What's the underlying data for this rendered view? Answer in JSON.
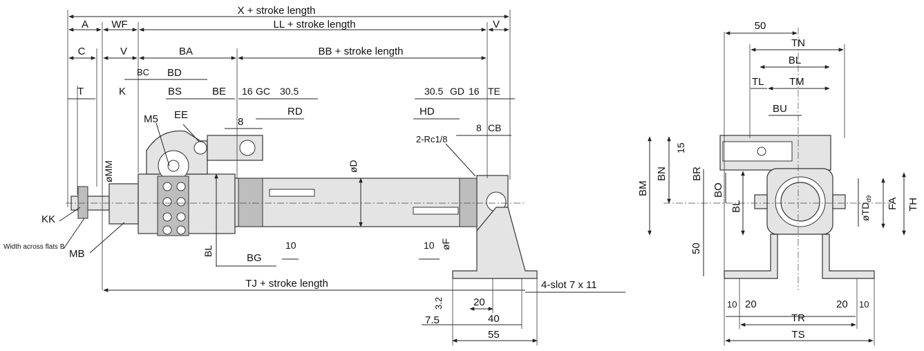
{
  "left_view": {
    "top_dims": {
      "x_stroke": "X + stroke length",
      "a": "A",
      "wf": "WF",
      "ll_stroke": "LL + stroke length",
      "v_right": "V",
      "c": "C",
      "v_left": "V",
      "ba": "BA",
      "bb_stroke": "BB + stroke length",
      "bc": "BC",
      "bd": "BD",
      "t": "T",
      "k": "K",
      "bs": "BS",
      "be": "BE",
      "n16a": "16",
      "gc": "GC",
      "n305a": "30.5",
      "n305b": "30.5",
      "gd": "GD",
      "n16b": "16",
      "te": "TE",
      "m5": "M5",
      "ee": "EE",
      "rd": "RD",
      "hd": "HD",
      "n8a": "8",
      "n8b": "8",
      "cb": "CB",
      "rc": "2-Rc1/8"
    },
    "body_labels": {
      "mm": "øMM",
      "d": "øD",
      "f": "øF",
      "kk": "KK",
      "flats": "Width across flats B",
      "mb": "MB",
      "bl": "BL",
      "bg": "BG",
      "n10a": "10",
      "n10b": "10"
    },
    "bottom_dims": {
      "tj_stroke": "TJ + stroke length",
      "slot": "4-slot 7 x 11",
      "n32": "3.2",
      "n20": "20",
      "n75": "7.5",
      "n40": "40",
      "n55": "55"
    }
  },
  "right_view": {
    "n50_top": "50",
    "tn": "TN",
    "bl_top": "BL",
    "tl": "TL",
    "tm": "TM",
    "bu": "BU",
    "n15": "15",
    "bm": "BM",
    "bn": "BN",
    "br": "BR",
    "bo": "BO",
    "bl_side": "BL",
    "td": "øTD",
    "td_sub": "d9",
    "fa": "FA",
    "th": "TH",
    "n50_side": "50",
    "n10a": "10",
    "n20a": "20",
    "n20b": "20",
    "n10b": "10",
    "tr": "TR",
    "ts": "TS"
  }
}
